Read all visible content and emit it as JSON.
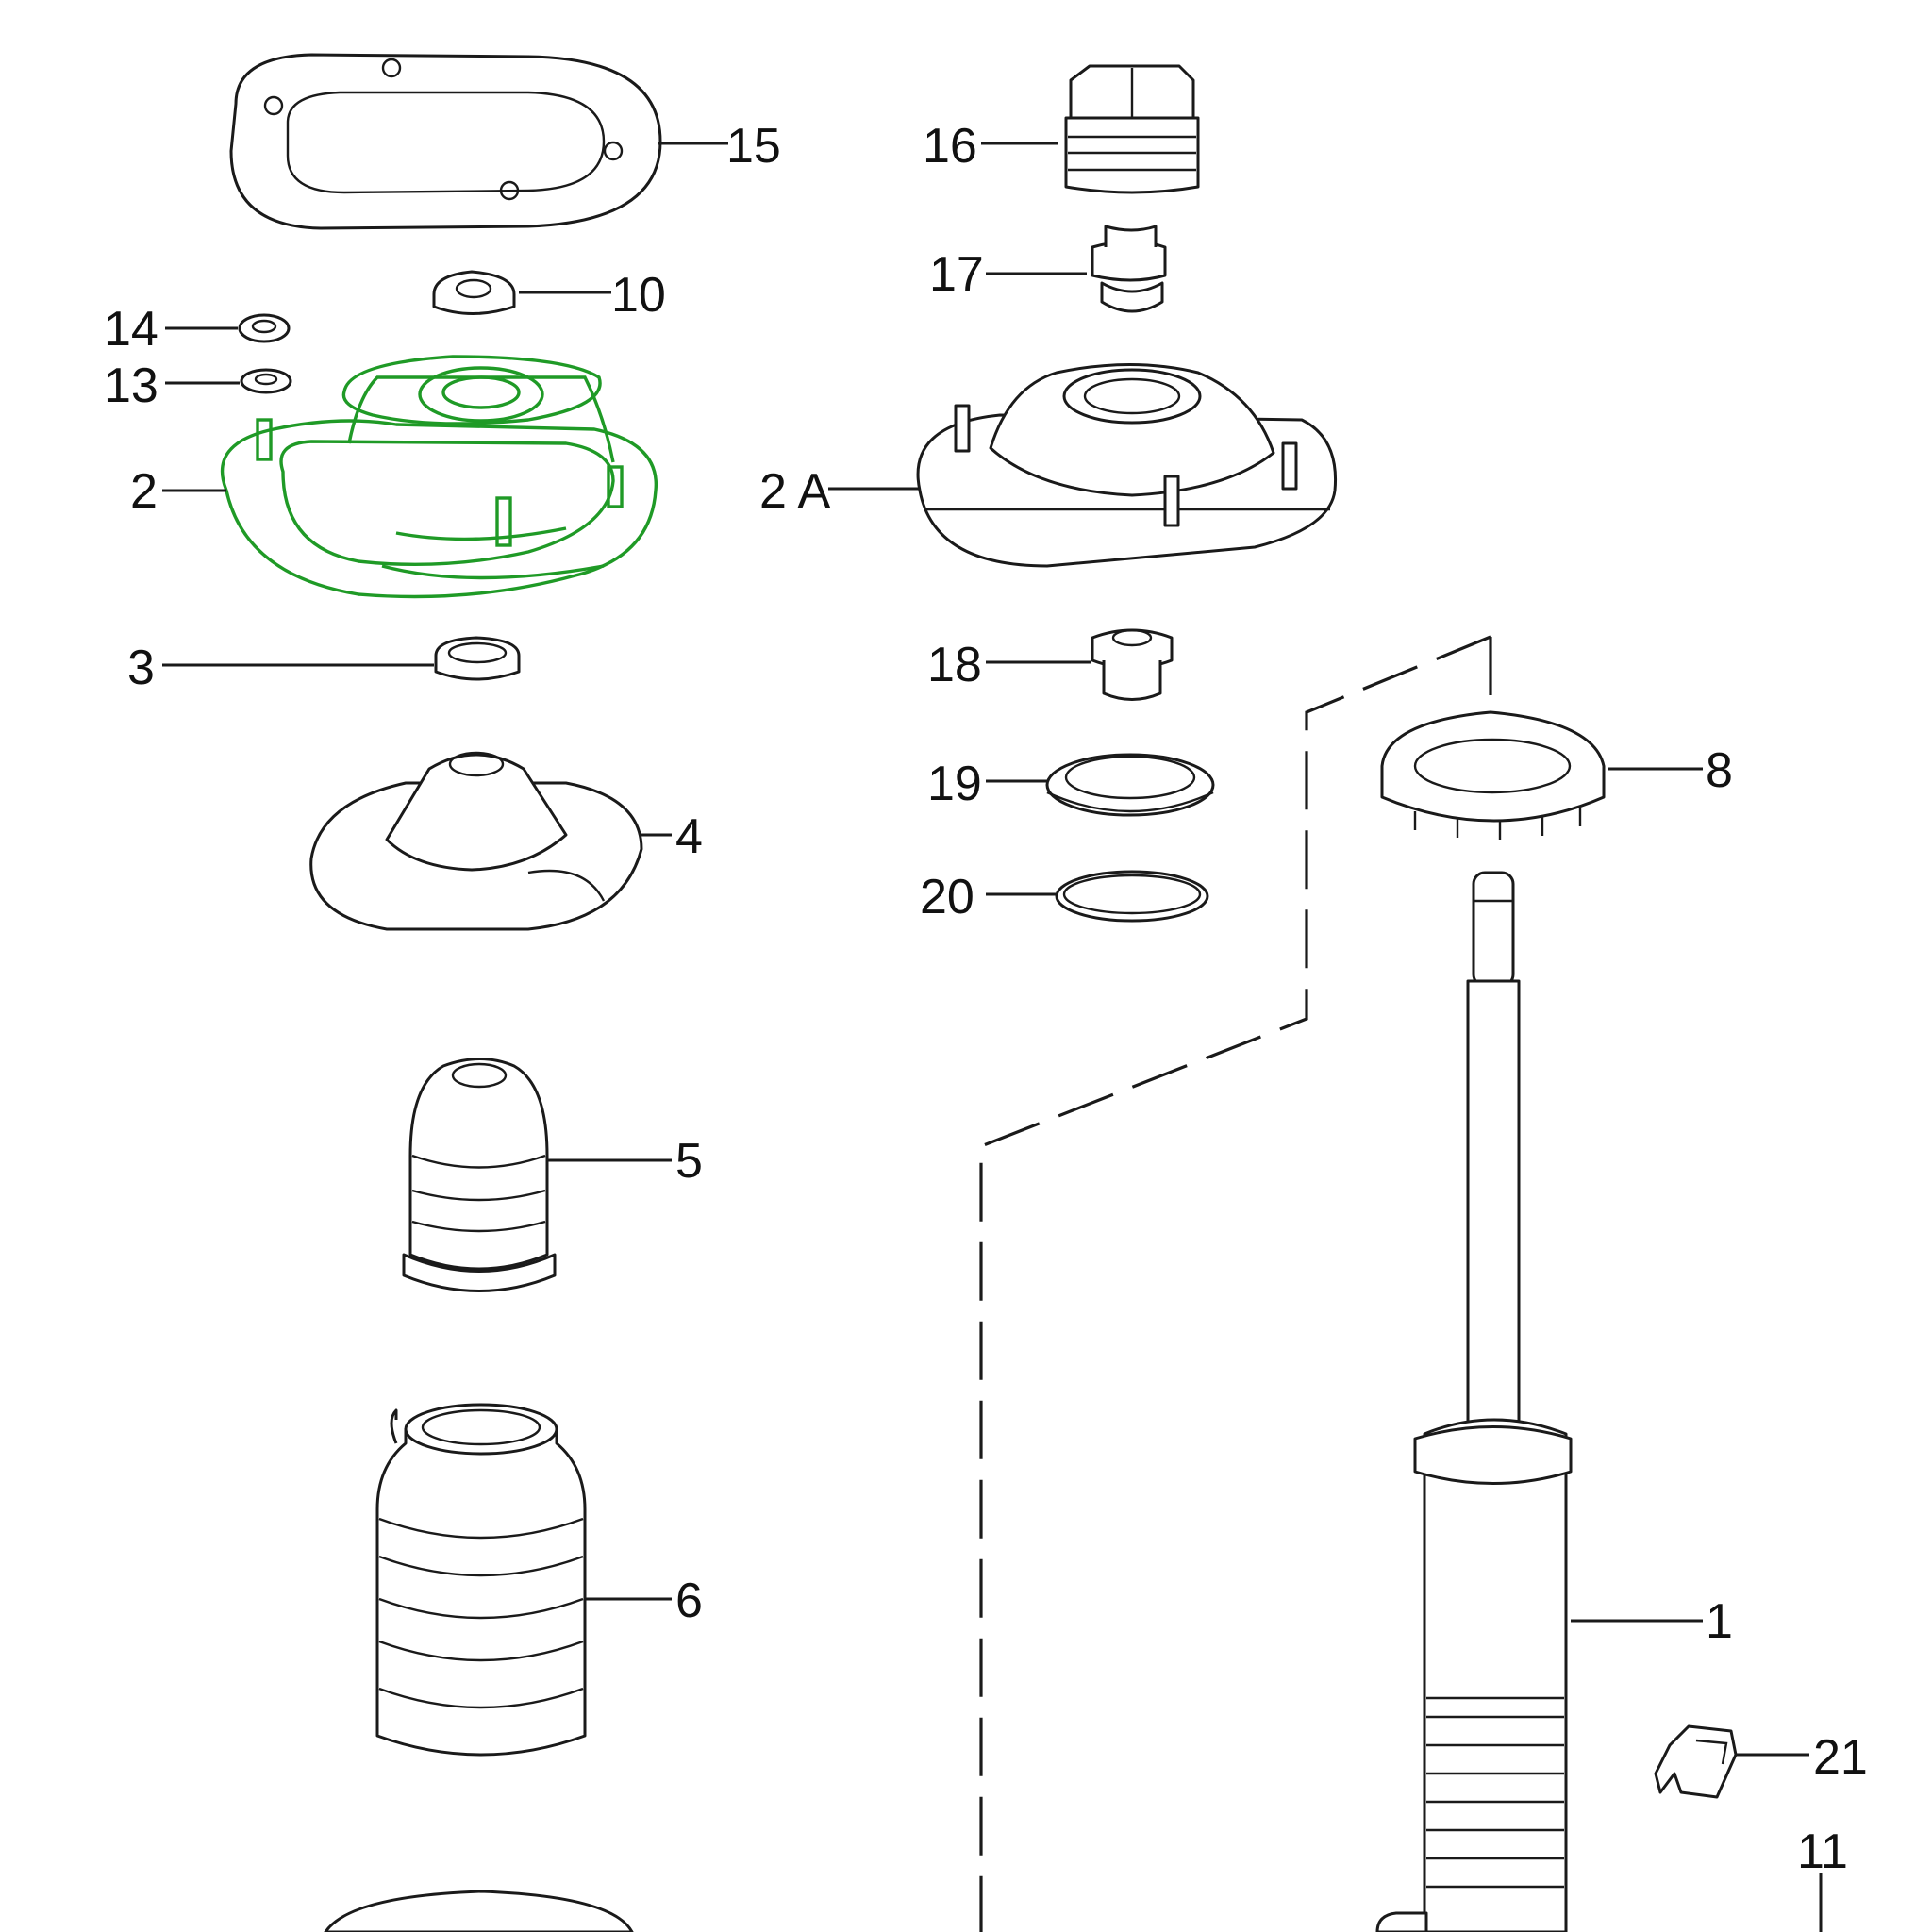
{
  "diagram": {
    "highlight_color": "#1f9a26",
    "line_color": "#1a1a1a",
    "callouts": {
      "p1": "1",
      "p2": "2",
      "p2a": "2 A",
      "p3": "3",
      "p4": "4",
      "p5": "5",
      "p6": "6",
      "p8": "8",
      "p10": "10",
      "p11": "11",
      "p13": "13",
      "p14": "14",
      "p15": "15",
      "p16": "16",
      "p17": "17",
      "p18": "18",
      "p19": "19",
      "p20": "20",
      "p21": "21"
    },
    "highlighted_part": "2"
  }
}
